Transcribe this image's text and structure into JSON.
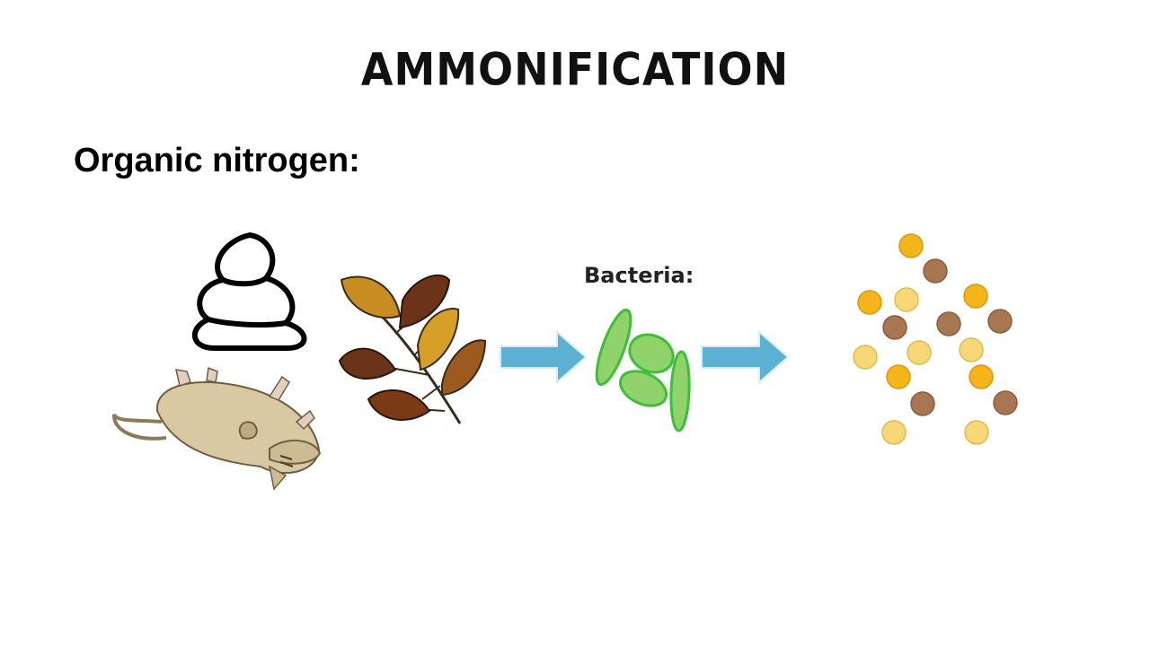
{
  "slide": {
    "title": "AMMONIFICATION",
    "subtitle": "Organic nitrogen:",
    "bacteria_label": "Bacteria:"
  },
  "icons": {
    "feces": "poop-icon",
    "mouse": "dead-mouse-icon",
    "leaves": "autumn-leaves-icon",
    "arrow": "right-arrow-icon",
    "bacteria": "bacteria-icon",
    "molecules": "ammonium-particles-icon"
  },
  "colors": {
    "arrow": "#5bb0d4",
    "bacteria_fill": "#8fd36a",
    "bacteria_stroke": "#3fbe3a",
    "particle_gold": "#f5b41a",
    "particle_light": "#f7d776",
    "particle_brown": "#a87650",
    "mouse_body": "#d9c9a3",
    "leaf_brown": "#6b3418",
    "leaf_gold": "#d6a028"
  }
}
